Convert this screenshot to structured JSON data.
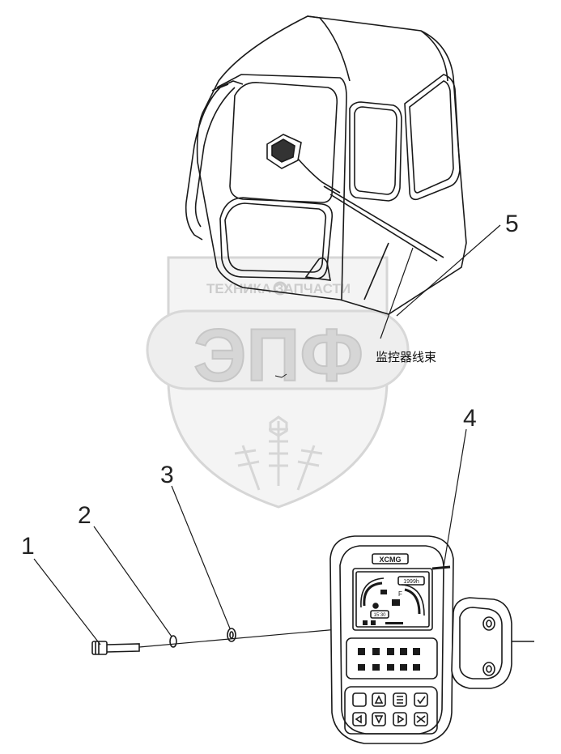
{
  "callouts": {
    "c1": "1",
    "c2": "2",
    "c3": "3",
    "c4": "4",
    "c5": "5"
  },
  "harness_label": "监控器线束",
  "watermark": {
    "top_text": "ТЕХНИКА  ЗАПЧАСТИ",
    "main_text": "ЭПФ"
  },
  "monitor": {
    "brand": "XCMG",
    "hour_display": "1999h",
    "clock": "15:30",
    "fuel_mark": "F"
  },
  "colors": {
    "line": "#1a1a1a",
    "watermark": "#c9c9c9"
  }
}
